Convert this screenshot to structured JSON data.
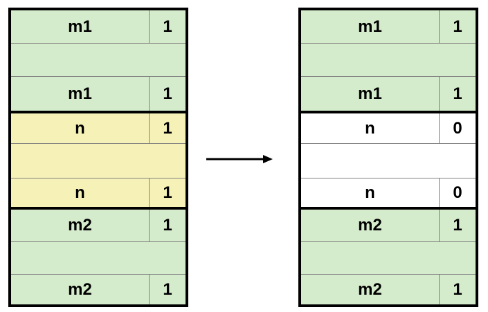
{
  "colors": {
    "allocated_fill": "#d5eccc",
    "coalesced_fill": "#f6f2b7",
    "free_fill": "#ffffff",
    "border": "#000000"
  },
  "before": {
    "blocks": [
      {
        "header_label": "m1",
        "header_bit": "1",
        "footer_label": "m1",
        "footer_bit": "1",
        "state": "allocated"
      },
      {
        "header_label": "n",
        "header_bit": "1",
        "footer_label": "n",
        "footer_bit": "1",
        "state": "allocated-highlighted"
      },
      {
        "header_label": "m2",
        "header_bit": "1",
        "footer_label": "m2",
        "footer_bit": "1",
        "state": "allocated"
      }
    ]
  },
  "after": {
    "blocks": [
      {
        "header_label": "m1",
        "header_bit": "1",
        "footer_label": "m1",
        "footer_bit": "1",
        "state": "allocated"
      },
      {
        "header_label": "n",
        "header_bit": "0",
        "footer_label": "n",
        "footer_bit": "0",
        "state": "free"
      },
      {
        "header_label": "m2",
        "header_bit": "1",
        "footer_label": "m2",
        "footer_bit": "1",
        "state": "allocated"
      }
    ]
  }
}
